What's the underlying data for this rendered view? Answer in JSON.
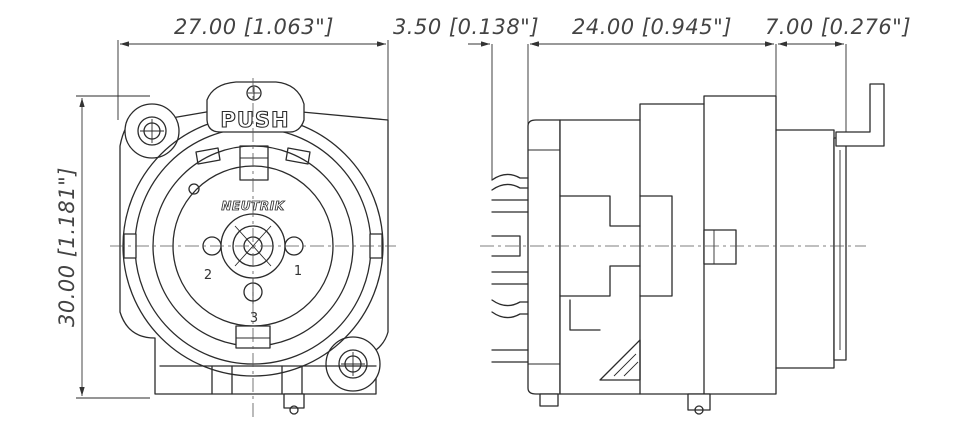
{
  "dimensions": {
    "width_front": "27.00 [1.063\"]",
    "height_front": "30.00 [1.181\"]",
    "pin_depth": "3.50 [0.138\"]",
    "body_depth": "24.00 [0.945\"]",
    "tail_depth": "7.00 [0.276\"]"
  },
  "labels": {
    "push": "PUSH",
    "brand": "NEUTRIK",
    "pin_1": "1",
    "pin_2": "2",
    "pin_3": "3"
  }
}
